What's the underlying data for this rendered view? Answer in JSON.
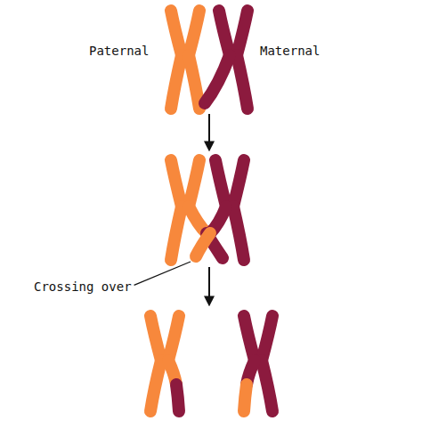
{
  "diagram": {
    "labels": [
      "Paternal",
      "Maternal",
      "Crossing over"
    ]
  }
}
